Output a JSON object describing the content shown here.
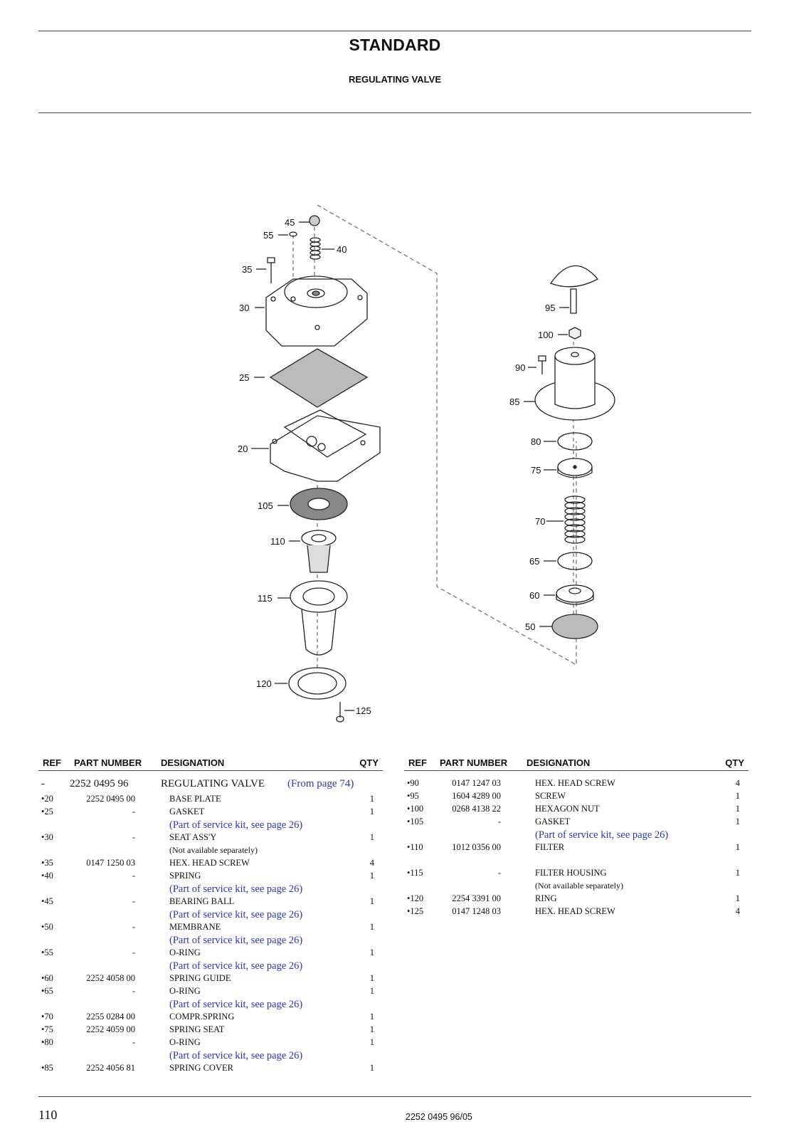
{
  "header": {
    "title": "STANDARD",
    "subtitle": "REGULATING VALVE"
  },
  "diagram_labels": [
    "45",
    "55",
    "40",
    "35",
    "30",
    "25",
    "20",
    "105",
    "110",
    "115",
    "120",
    "125",
    "95",
    "100",
    "90",
    "85",
    "80",
    "75",
    "70",
    "65",
    "60",
    "50"
  ],
  "table_headers": {
    "ref": "REF",
    "part_number": "PART NUMBER",
    "designation": "DESIGNATION",
    "qty": "QTY"
  },
  "left_rows": [
    {
      "type": "main",
      "ref": "-",
      "pn": "2252 0495 96",
      "des": "REGULATING VALVE",
      "extra": "(From page 74)"
    },
    {
      "type": "item",
      "ref": "•20",
      "pn": "2252 0495 00",
      "des": "BASE PLATE",
      "qty": "1"
    },
    {
      "type": "item",
      "ref": "•25",
      "pn": "-",
      "des": "GASKET",
      "qty": "1"
    },
    {
      "type": "link",
      "des": "(Part of service kit, see page 26)"
    },
    {
      "type": "item",
      "ref": "•30",
      "pn": "-",
      "des": "SEAT ASS'Y",
      "qty": "1"
    },
    {
      "type": "note",
      "des": "(Not available separately)"
    },
    {
      "type": "item",
      "ref": "•35",
      "pn": "0147 1250 03",
      "des": "HEX. HEAD SCREW",
      "qty": "4"
    },
    {
      "type": "item",
      "ref": "•40",
      "pn": "-",
      "des": "SPRING",
      "qty": "1"
    },
    {
      "type": "link",
      "des": "(Part of service kit, see page 26)"
    },
    {
      "type": "item",
      "ref": "•45",
      "pn": "-",
      "des": "BEARING BALL",
      "qty": "1"
    },
    {
      "type": "link",
      "des": "(Part of service kit, see page 26)"
    },
    {
      "type": "item",
      "ref": "•50",
      "pn": "-",
      "des": "MEMBRANE",
      "qty": "1"
    },
    {
      "type": "link",
      "des": "(Part of service kit, see page 26)"
    },
    {
      "type": "item",
      "ref": "•55",
      "pn": "-",
      "des": "O-RING",
      "qty": "1"
    },
    {
      "type": "link",
      "des": "(Part of service kit, see page 26)"
    },
    {
      "type": "item",
      "ref": "•60",
      "pn": "2252 4058 00",
      "des": "SPRING GUIDE",
      "qty": "1"
    },
    {
      "type": "item",
      "ref": "•65",
      "pn": "-",
      "des": "O-RING",
      "qty": "1"
    },
    {
      "type": "link",
      "des": "(Part of service kit, see page 26)"
    },
    {
      "type": "item",
      "ref": "•70",
      "pn": "2255 0284 00",
      "des": "COMPR.SPRING",
      "qty": "1"
    },
    {
      "type": "item",
      "ref": "•75",
      "pn": "2252 4059 00",
      "des": "SPRING SEAT",
      "qty": "1"
    },
    {
      "type": "item",
      "ref": "•80",
      "pn": "-",
      "des": "O-RING",
      "qty": "1"
    },
    {
      "type": "link",
      "des": "(Part of service kit, see page 26)"
    },
    {
      "type": "item",
      "ref": "•85",
      "pn": "2252 4056 81",
      "des": "SPRING COVER",
      "qty": "1"
    }
  ],
  "right_rows": [
    {
      "type": "item",
      "ref": "•90",
      "pn": "0147 1247 03",
      "des": "HEX. HEAD SCREW",
      "qty": "4"
    },
    {
      "type": "item",
      "ref": "•95",
      "pn": "1604 4289 00",
      "des": "SCREW",
      "qty": "1"
    },
    {
      "type": "item",
      "ref": "•100",
      "pn": "0268 4138 22",
      "des": "HEXAGON NUT",
      "qty": "1"
    },
    {
      "type": "item",
      "ref": "•105",
      "pn": "-",
      "des": "GASKET",
      "qty": "1"
    },
    {
      "type": "link",
      "des": "(Part of service kit, see page 26)"
    },
    {
      "type": "item",
      "ref": "•110",
      "pn": "1012 0356 00",
      "des": "FILTER",
      "qty": "1"
    },
    {
      "type": "spacer"
    },
    {
      "type": "item",
      "ref": "•115",
      "pn": "-",
      "des": "FILTER HOUSING",
      "qty": "1"
    },
    {
      "type": "note",
      "des": "(Not available separately)"
    },
    {
      "type": "item",
      "ref": "•120",
      "pn": "2254 3391 00",
      "des": "RING",
      "qty": "1"
    },
    {
      "type": "item",
      "ref": "•125",
      "pn": "0147 1248 03",
      "des": "HEX. HEAD SCREW",
      "qty": "4"
    }
  ],
  "footer": {
    "page_number": "110",
    "doc_code": "2252 0495 96/05"
  }
}
